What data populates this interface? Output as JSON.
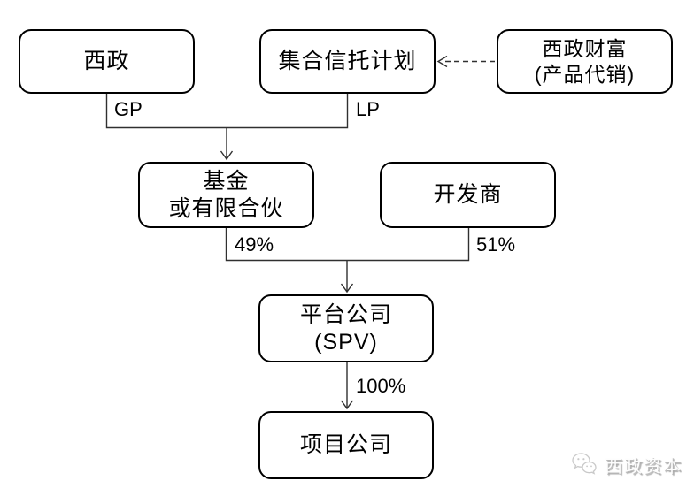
{
  "diagram": {
    "boxes": {
      "xizheng": {
        "label": "西政"
      },
      "trust": {
        "label": "集合信托计划"
      },
      "wealth": {
        "line1": "西政财富",
        "line2": "(产品代销)"
      },
      "fund": {
        "line1": "基金",
        "line2": "或有限合伙"
      },
      "developer": {
        "label": "开发商"
      },
      "spv": {
        "line1": "平台公司",
        "line2": "(SPV)"
      },
      "project": {
        "label": "项目公司"
      }
    },
    "edge_labels": {
      "gp": "GP",
      "lp": "LP",
      "fund_share": "49%",
      "developer_share": "51%",
      "spv_share": "100%"
    }
  },
  "watermark": {
    "text": "西政资本",
    "icon": "wechat-icon"
  },
  "colors": {
    "background": "#ffffff",
    "box_border": "#000000",
    "line": "#303030",
    "watermark_gray": "#c4c4c4"
  }
}
